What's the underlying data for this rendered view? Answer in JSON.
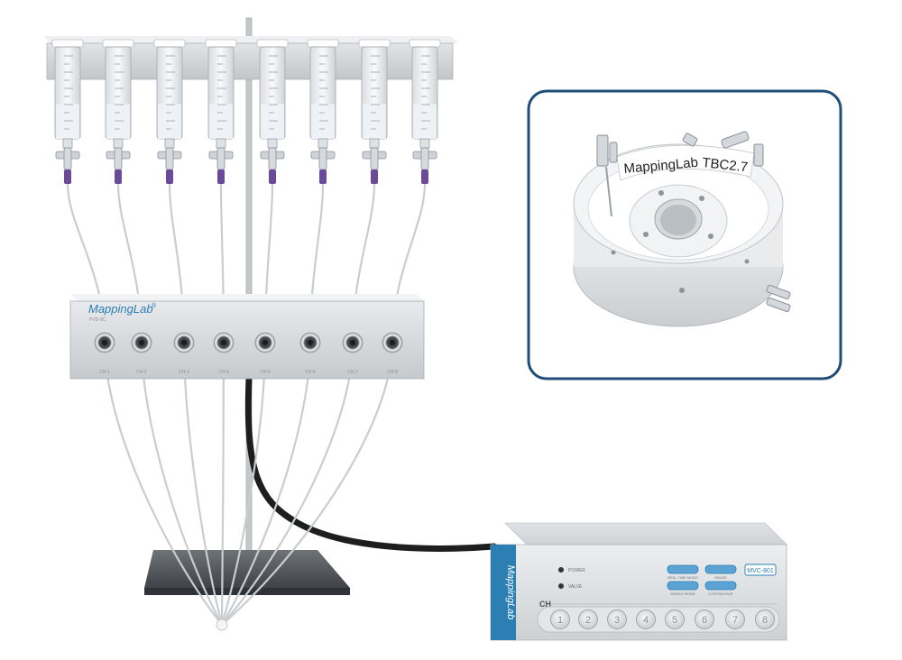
{
  "brand": {
    "logo_text": "MappingLab",
    "registered_mark": "®"
  },
  "distribution_panel": {
    "model_text": "PVD-8C",
    "ports": [
      {
        "label": "CH-1"
      },
      {
        "label": "CH-2"
      },
      {
        "label": "CH-3"
      },
      {
        "label": "CH-4"
      },
      {
        "label": "CH-5"
      },
      {
        "label": "CH-6"
      },
      {
        "label": "CH-7"
      },
      {
        "label": "CH-8"
      }
    ]
  },
  "syringes": [
    {
      "fill": 0.38
    },
    {
      "fill": 0.38
    },
    {
      "fill": 0.38
    },
    {
      "fill": 0.38
    },
    {
      "fill": 0.38
    },
    {
      "fill": 0.38
    },
    {
      "fill": 0.38
    },
    {
      "fill": 0.38
    }
  ],
  "controller": {
    "side_brand": "MappingLab",
    "model": "MVC-801",
    "indicators": [
      {
        "label": "POWER"
      },
      {
        "label": "VALVE"
      }
    ],
    "mode_buttons": [
      {
        "label": "REAL TIME MODE"
      },
      {
        "label": "PAUSE"
      },
      {
        "label": "SINGLE MODE"
      },
      {
        "label": "CONTINUOUS"
      }
    ],
    "channel_title": "CH",
    "channels": [
      {
        "label": "1"
      },
      {
        "label": "2"
      },
      {
        "label": "3"
      },
      {
        "label": "4"
      },
      {
        "label": "5"
      },
      {
        "label": "6"
      },
      {
        "label": "7"
      },
      {
        "label": "8"
      }
    ]
  },
  "chamber_inset": {
    "label_text": "MappingLab",
    "label_text_2": "TBC2.7"
  },
  "colors": {
    "accent_blue": "#2b7fb3",
    "inset_border": "#1f4e79",
    "panel_gray": "#d7dadd",
    "cable_black": "#1e1e1e",
    "connector_purple": "#6b4a9a"
  }
}
